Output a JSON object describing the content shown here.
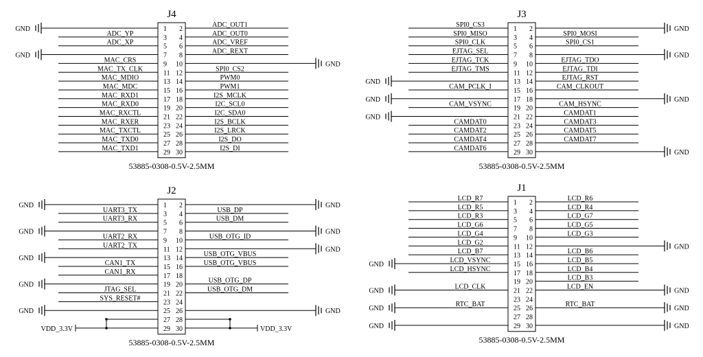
{
  "connectors": [
    {
      "id": "J4",
      "title": "J4",
      "part": "53885-0308-0.5V-2.5MM",
      "left_labels": [
        "",
        "ADC_YP",
        "ADC_XP",
        "",
        "MAC_CRS",
        "MAC_TX_CLK",
        "MAC_MDIO",
        "MAC_MDC",
        "MAC_RXD1",
        "MAC_RXD0",
        "MAC_RXCTL",
        "MAC_RXER",
        "MAC_TXCTL",
        "MAC_TXD0",
        "MAC_TXD1"
      ],
      "right_labels": [
        "ADC_OUT1",
        "ADC_OUT0",
        "ADC_VREF",
        "ADC_REXT",
        "",
        "SPI0_CS2",
        "PWM0",
        "PWM1",
        "I2S_MCLK",
        "I2C_SCL0",
        "I2C_SDA0",
        "I2S_BCLK",
        "I2S_LRCK",
        "I2S_DO",
        "I2S_DI"
      ],
      "gnd_left_pins": [
        1,
        7
      ],
      "gnd_right_pins": [
        10
      ],
      "gnd_label": "GND"
    },
    {
      "id": "J3",
      "title": "J3",
      "part": "53885-0308-0.5V-2.5MM",
      "left_labels": [
        "SPI0_CS3",
        "SPI0_MISO",
        "SPI0_CLK",
        "EJTAG_SEL",
        "EJTAG_TCK",
        "EJTAG_TMS",
        "",
        "CAM_PCLK_I",
        "",
        "CAM_VSYNC",
        "",
        "CAMDAT0",
        "CAMDAT2",
        "CAMDAT4",
        "CAMDAT6"
      ],
      "right_labels": [
        "",
        "SPI0_MOSI",
        "SPI0_CS1",
        "",
        "EJTAG_TDO",
        "EJTAG_TDI",
        "EJTAG_RST",
        "CAM_CLKOUT",
        "",
        "CAM_HSYNC",
        "CAMDAT1",
        "CAMDAT3",
        "CAMDAT5",
        "CAMDAT7",
        ""
      ],
      "gnd_left_pins": [
        13,
        17,
        21
      ],
      "gnd_right_pins": [
        2,
        8,
        18,
        30
      ],
      "gnd_label": "GND"
    },
    {
      "id": "J2",
      "title": "J2",
      "part": "53885-0308-0.5V-2.5MM",
      "left_labels": [
        "",
        "UART3_TX",
        "UART3_RX",
        "",
        "UART2_RX",
        "UART2_TX",
        "",
        "CAN1_TX",
        "CAN1_RX",
        "",
        "JTAG_SEL",
        "SYS_RESET#",
        "",
        "",
        ""
      ],
      "right_labels": [
        "",
        "USB_DP",
        "USB_DM",
        "",
        "USB_OTG_ID",
        "",
        "USB_OTG_VBUS",
        "USB_OTG_VBUS",
        "",
        "USB_OTG_DP",
        "USB_OTG_DM",
        "",
        "",
        "",
        ""
      ],
      "gnd_left_pins": [
        1,
        7,
        13,
        19,
        25
      ],
      "gnd_right_pins": [
        2,
        8,
        12,
        26
      ],
      "gnd_label": "GND",
      "vdd_label": "VDD_3.3V"
    },
    {
      "id": "J1",
      "title": "J1",
      "part": "53885-0308-0.5V-2.5MM",
      "left_labels": [
        "LCD_R7",
        "LCD_R5",
        "LCD_R3",
        "LCD_G6",
        "LCD_G4",
        "LCD_G2",
        "LCD_B7",
        "LCD_VSYNC",
        "LCD_HSYNC",
        "",
        "LCD_CLK",
        "",
        "RTC_BAT",
        "",
        ""
      ],
      "right_labels": [
        "LCD_R6",
        "LCD_R4",
        "LCD_G7",
        "LCD_G5",
        "LCD_G3",
        "",
        "LCD_B6",
        "LCD_B5",
        "LCD_B4",
        "LCD_B3",
        "LCD_EN",
        "",
        "RTC_BAT",
        "",
        ""
      ],
      "gnd_left_pins": [
        15,
        21,
        25,
        29
      ],
      "gnd_right_pins": [
        12,
        22,
        26,
        30
      ],
      "gnd_label": "GND"
    }
  ]
}
